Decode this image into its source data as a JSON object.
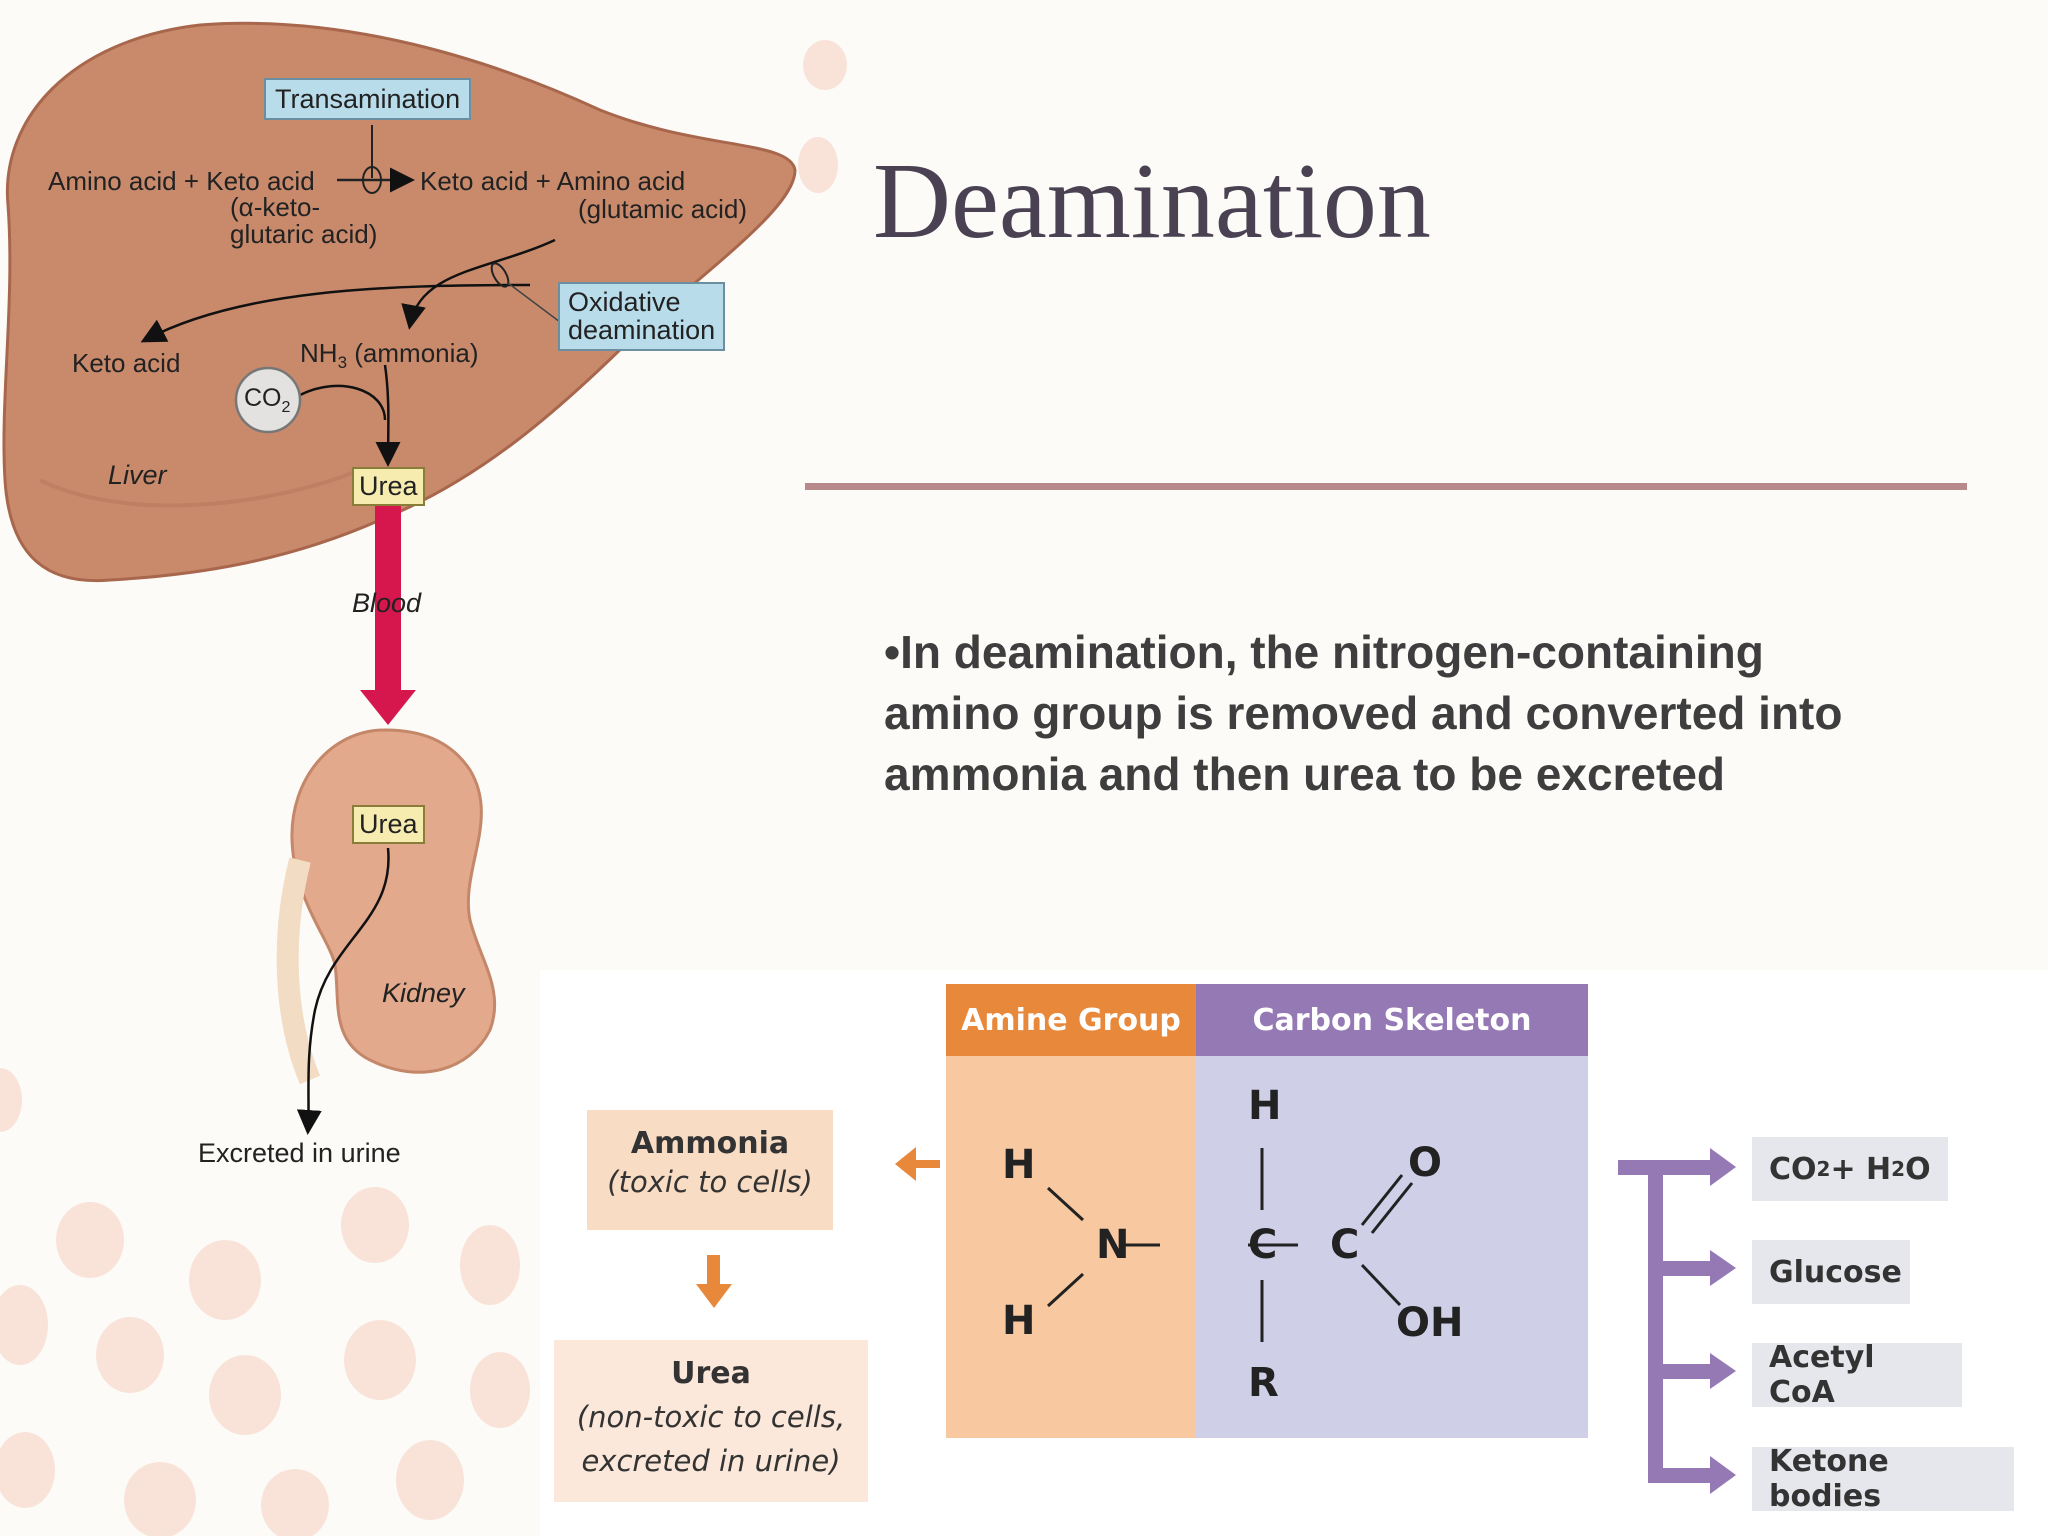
{
  "slide": {
    "title": "Deamination",
    "body": "•In deamination, the nitrogen-containing amino group is removed and converted into ammonia and then urea to be excreted"
  },
  "liver_diagram": {
    "transamination_label": "Transamination",
    "reaction_left": "Amino acid + Keto acid",
    "reaction_left_sub": "(α-keto-\nglutaric acid)",
    "reaction_right": "Keto acid + Amino acid",
    "reaction_right_sub": "(glutamic acid)",
    "oxidative_label": "Oxidative\ndeamination",
    "keto_acid": "Keto acid",
    "nh3_label": "NH",
    "nh3_sub": "3",
    "nh3_suffix": " (ammonia)",
    "co2_label": "CO",
    "co2_sub": "2",
    "liver_label": "Liver",
    "urea_liver": "Urea",
    "blood_label": "Blood",
    "urea_kidney": "Urea",
    "kidney_label": "Kidney",
    "excreted_label": "Excreted in urine"
  },
  "schematic": {
    "amine_header": "Amine Group",
    "carbon_header": "Carbon Skeleton",
    "atoms": {
      "h_top": "H",
      "h_upper_left": "H",
      "h_lower_left": "H",
      "n": "N",
      "c_alpha": "C",
      "c_carboxyl": "C",
      "o": "O",
      "oh": "OH",
      "r": "R"
    },
    "ammonia_title": "Ammonia",
    "ammonia_note": "(toxic to cells)",
    "urea_title": "Urea",
    "urea_note": "(non-toxic to cells,\nexcreted in urine)",
    "outputs": {
      "co2_h2o": {
        "c": "CO",
        "s1": "2",
        "mid": " + H",
        "s2": "2",
        "end": "O"
      },
      "glucose": "Glucose",
      "acetyl_coa": "Acetyl CoA",
      "ketone_bodies": "Ketone bodies"
    }
  },
  "colors": {
    "amine_orange": "#f8c9a0",
    "amine_header": "#e8883b",
    "carbon_purple": "#cfd0e8",
    "carbon_header": "#9479b4",
    "arrow_orange": "#e8883b",
    "arrow_purple": "#9479b4",
    "title_rule": "#b8898a",
    "blood_arrow": "#d6174e"
  }
}
